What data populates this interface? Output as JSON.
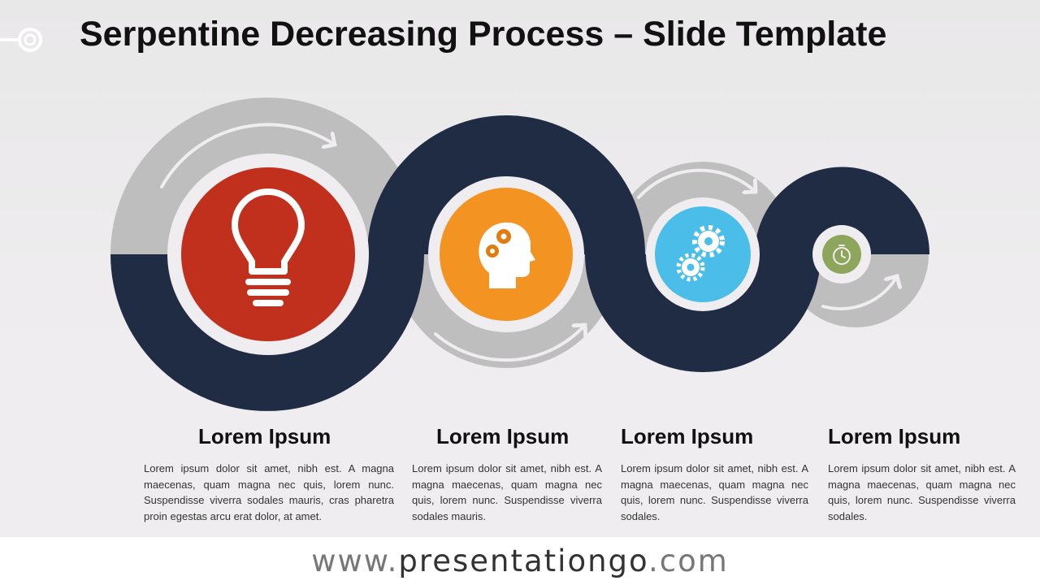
{
  "slide": {
    "title": "Serpentine Decreasing Process – Slide Template"
  },
  "steps": [
    {
      "title": "Lorem Ipsum",
      "text": "Lorem ipsum dolor sit amet, nibh est. A magna maecenas, quam magna nec quis, lorem nunc. Suspendisse viverra sodales mauris, cras pharetra proin egestas arcu erat dolor, at amet.",
      "icon": "lightbulb-icon",
      "color": "#c0301c"
    },
    {
      "title": "Lorem Ipsum",
      "text": "Lorem ipsum dolor sit amet, nibh est. A magna maecenas, quam magna nec quis, lorem nunc. Suspendisse viverra sodales mauris.",
      "icon": "head-gears-icon",
      "color": "#f39321"
    },
    {
      "title": "Lorem Ipsum",
      "text": "Lorem ipsum dolor sit amet, nibh est. A magna maecenas, quam magna nec quis, lorem nunc. Suspendisse viverra sodales.",
      "icon": "gears-icon",
      "color": "#4bbde9"
    },
    {
      "title": "Lorem Ipsum",
      "text": "Lorem ipsum dolor sit amet, nibh est. A magna maecenas, quam magna nec quis, lorem nunc. Suspendisse viverra sodales.",
      "icon": "stopwatch-icon",
      "color": "#8ea65b"
    }
  ],
  "theme": {
    "navy": "#1f2c43",
    "gray_ring": "#bebebe",
    "light_ring": "#efedef"
  },
  "footer": {
    "prefix": "www.",
    "domain": "presentationgo",
    "suffix": ".com"
  }
}
